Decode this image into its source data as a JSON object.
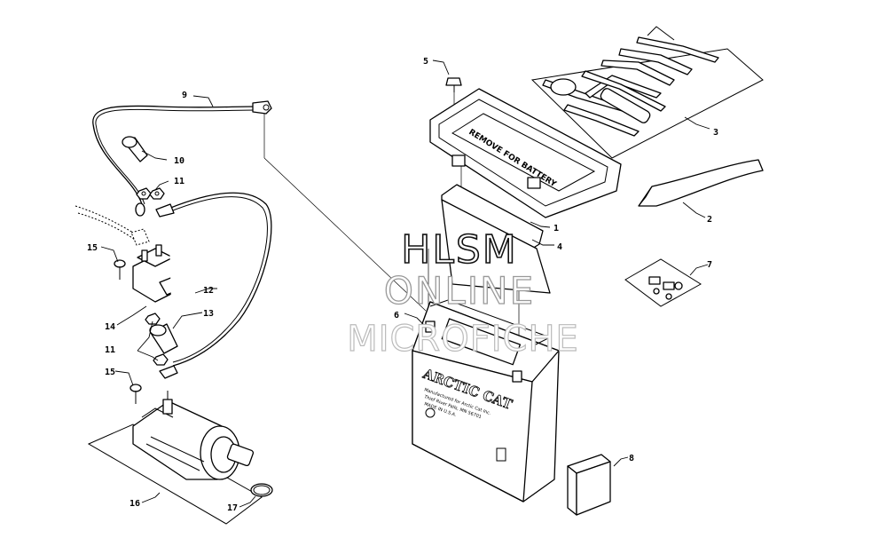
{
  "callouts": {
    "c1": "1",
    "c2": "2",
    "c3": "3",
    "c4": "4",
    "c5": "5",
    "c6": "6",
    "c7": "7",
    "c8": "8",
    "c9": "9",
    "c10": "10",
    "c11a": "11",
    "c11b": "11",
    "c12": "12",
    "c13": "13",
    "c14": "14",
    "c15a": "15",
    "c15b": "15",
    "c16": "16",
    "c17": "17"
  },
  "watermark": {
    "line1": "HLSM",
    "line2": "ONLINE",
    "line3": "MICROFICHE"
  },
  "tray_label": "REMOVE FOR BATTERY",
  "battery": {
    "brand": "ARCTIC CAT",
    "line1": "Manufactured for Arctic Cat Inc.",
    "line2": "Thief River Falls, MN 56701",
    "line3": "MADE IN U.S.A."
  }
}
